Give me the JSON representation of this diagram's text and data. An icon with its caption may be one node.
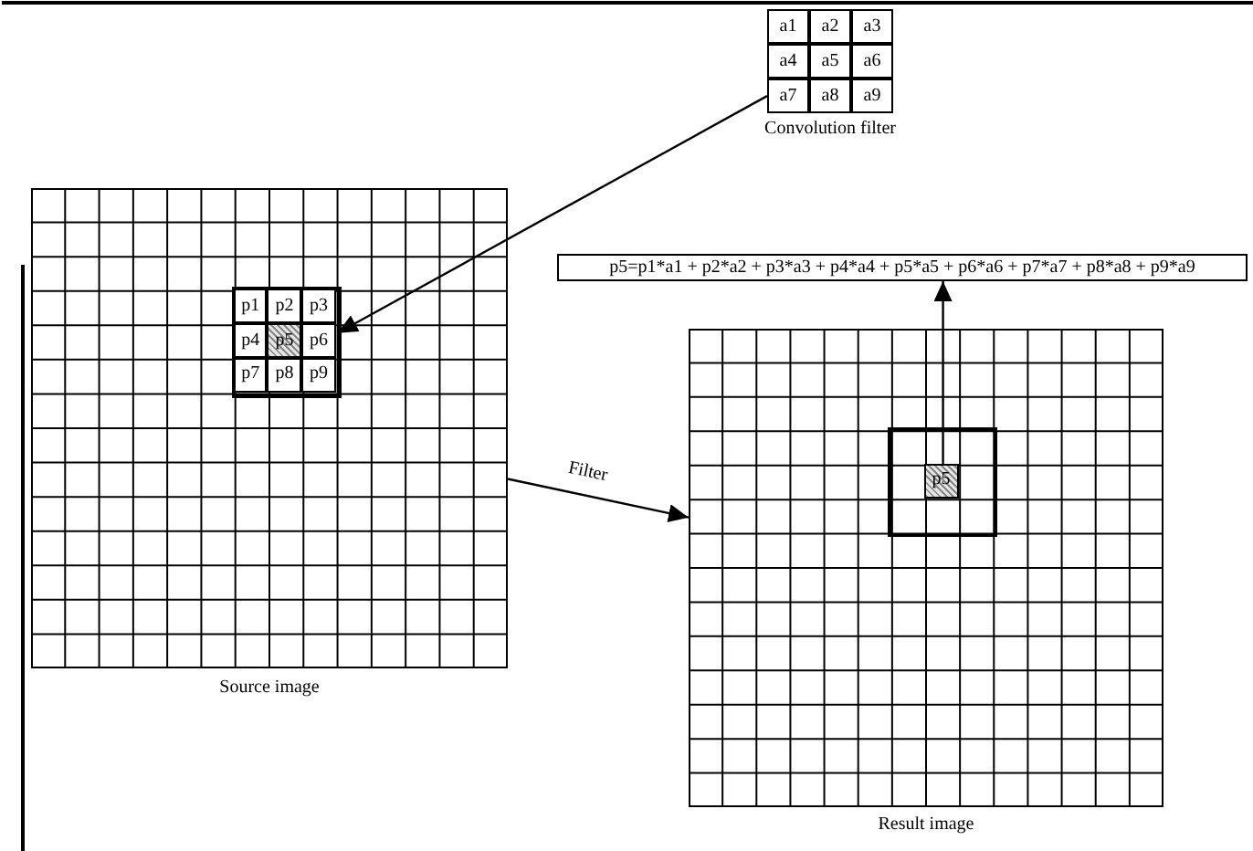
{
  "diagram": {
    "nodes": [
      {
        "text": [],
        "shape": "grid",
        "beside": [
          "Convolution filter"
        ]
      },
      {
        "text": [
          "a1"
        ],
        "in": 0
      },
      {
        "text": [
          "a2"
        ],
        "in": 0
      },
      {
        "text": [
          "a3"
        ],
        "in": 0
      },
      {
        "text": [
          "a4"
        ],
        "in": 0
      },
      {
        "text": [
          "a5"
        ],
        "in": 0
      },
      {
        "text": [
          "a6"
        ],
        "in": 0
      },
      {
        "text": [
          "a7"
        ],
        "in": 0
      },
      {
        "text": [
          "a8"
        ],
        "in": 0
      },
      {
        "text": [
          "a9"
        ],
        "in": 0
      },
      {
        "text": [],
        "shape": "grid",
        "beside": [
          "Source image"
        ]
      },
      {
        "text": [],
        "shape": "box",
        "in": 10
      },
      {
        "text": [
          "p1"
        ],
        "in": 11
      },
      {
        "text": [
          "p2"
        ],
        "in": 11
      },
      {
        "text": [
          "p3"
        ],
        "in": 11
      },
      {
        "text": [
          "p4"
        ],
        "in": 11
      },
      {
        "text": [
          "p5"
        ],
        "in": 11
      },
      {
        "text": [
          "p6"
        ],
        "in": 11
      },
      {
        "text": [
          "p7"
        ],
        "in": 11
      },
      {
        "text": [
          "p8"
        ],
        "in": 11
      },
      {
        "text": [
          "p9"
        ],
        "in": 11
      },
      {
        "text": [
          "p5=p1*a1 + p2*a2 + p3*a3 + p4*a4 + p5*a5 + p6*a6 + p7*a7 + p8*a8 + p9*a9"
        ]
      },
      {
        "text": [],
        "shape": "grid",
        "beside": [
          "Result image"
        ]
      },
      {
        "text": [],
        "shape": "box",
        "in": 22
      },
      {
        "text": [
          "p5"
        ],
        "in": 23
      }
    ],
    "edges": [
      {
        "from": 0,
        "to": 17,
        "arrow": "to"
      },
      {
        "from": 10,
        "to": 22,
        "arrow": "to",
        "label": "Filter"
      },
      {
        "from": 24,
        "to": 21,
        "arrow": "to"
      }
    ]
  }
}
